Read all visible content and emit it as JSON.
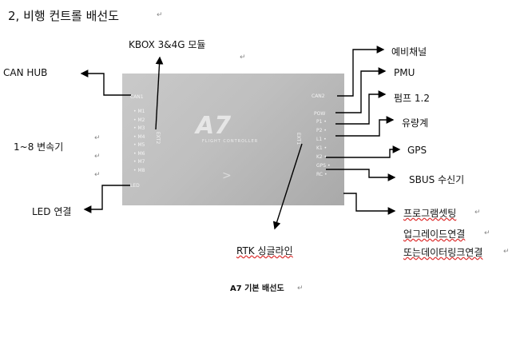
{
  "heading": "2,  비행 컨트롤 배선도",
  "labels": {
    "kbox": "KBOX 3&4G 모듈",
    "can_hub": "CAN HUB",
    "converter": "1~8 변속기",
    "led": "LED 연결",
    "rtk": "RTK 싱글라인",
    "spare": "예비채널",
    "pmu": "PMU",
    "pump": "펌프 1.2",
    "flowmeter": "유량계",
    "gps": "GPS",
    "sbus": "SBUS 수신기",
    "program": "프로그램셋팅",
    "upgrade": "업그레이드연결",
    "datalink": "또는데이터링크연결"
  },
  "caption": "A7 기본 배선도",
  "board": {
    "logo": "A7",
    "logo_sub": "FLIGHT CONTROLLER",
    "can1": "CAN1",
    "can2": "CAN2",
    "motors": [
      "M1",
      "M2",
      "M3",
      "M4",
      "M5",
      "M6",
      "M7",
      "M8"
    ],
    "ext2": "EXT2",
    "led": "LED",
    "pow": "POW",
    "right_ports": [
      "P1",
      "P2",
      "L1",
      "K1",
      "K2",
      "GPS",
      "RC"
    ],
    "ext1": "EXT1"
  },
  "colors": {
    "board": "#c0c0c0",
    "line": "#000000",
    "spell_underline": "#d33333"
  }
}
